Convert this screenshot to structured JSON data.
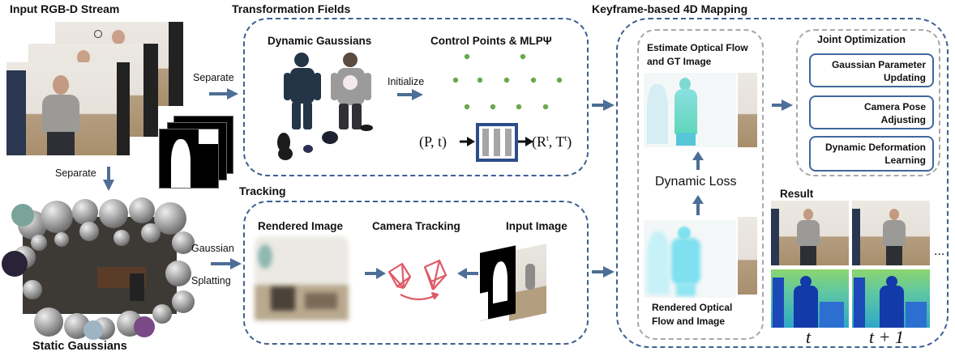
{
  "sections": {
    "input": "Input RGB-D Stream",
    "transformation": "Transformation Fields",
    "keyframe": "Keyframe-based 4D Mapping",
    "tracking": "Tracking",
    "static": "Static Gaussians",
    "result": "Result"
  },
  "labels": {
    "separate_right": "Separate",
    "separate_down": "Separate",
    "gaussian": "Gaussian",
    "splatting": "Splatting",
    "dynamic_gaussians": "Dynamic Gaussians",
    "control_points": "Control Points & MLPΨ",
    "initialize": "Initialize",
    "mlp_input": "(P, t)",
    "mlp_output": "(R",
    "mlp_output_sup1": "t",
    "mlp_output_mid": ", T",
    "mlp_output_sup2": "t",
    "mlp_output_end": ")",
    "rendered_image": "Rendered Image",
    "camera_tracking": "Camera Tracking",
    "input_image": "Input Image",
    "estimate_flow_line1": "Estimate Optical Flow",
    "estimate_flow_line2": "and GT Image",
    "dynamic_loss": "Dynamic Loss",
    "rendered_flow_line1": "Rendered Optical",
    "rendered_flow_line2": "Flow and Image",
    "ellipsis": "...",
    "t": "t",
    "t_plus_1": "t + 1"
  },
  "joint_optimization": {
    "title": "Joint Optimization",
    "items": [
      {
        "line1": "Gaussian Parameter",
        "line2": "Updating"
      },
      {
        "line1": "Camera Pose",
        "line2": "Adjusting"
      },
      {
        "line1": "Dynamic Deformation",
        "line2": "Learning"
      }
    ]
  },
  "colors": {
    "box_border": "#3f5f92",
    "arrow": "#4d6e96",
    "control_point": "#6aa84f",
    "mlp_bar": "#a6a6a6",
    "mlp_border": "#2c4d8a",
    "camera_frustum": "#e05a67"
  }
}
